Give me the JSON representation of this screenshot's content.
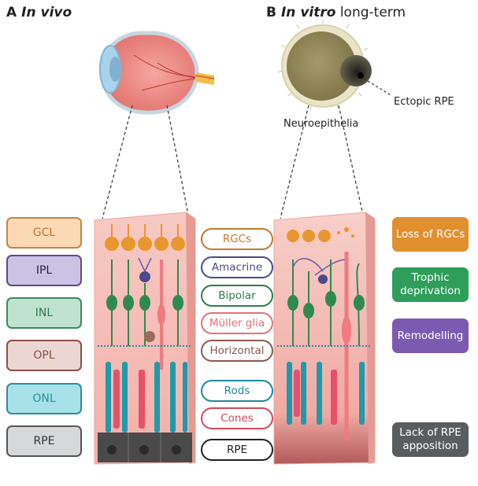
{
  "panels": {
    "a": {
      "letter": "A",
      "title_italic": "In vivo",
      "title_rest": ""
    },
    "b": {
      "letter": "B",
      "title_italic": "In vitro",
      "title_rest": " long-term"
    }
  },
  "annotations": {
    "ectopic_rpe": "Ectopic RPE",
    "neuroepithelia": "Neuroepithelia"
  },
  "layers": [
    {
      "label": "GCL",
      "fill": "#fbd9b5",
      "border": "#c9843e",
      "color": "#b8753a"
    },
    {
      "label": "IPL",
      "fill": "#cbc3e3",
      "border": "#5b4a8c",
      "color": "#2b2340"
    },
    {
      "label": "INL",
      "fill": "#bfe3cf",
      "border": "#3b8a5e",
      "color": "#2f7a50"
    },
    {
      "label": "OPL",
      "fill": "#ecd6d3",
      "border": "#8a5048",
      "color": "#8a5048"
    },
    {
      "label": "ONL",
      "fill": "#a8e1e7",
      "border": "#2a8f9b",
      "color": "#2a8f9b"
    },
    {
      "label": "RPE",
      "fill": "#d6d8d9",
      "border": "#555555",
      "color": "#333333"
    }
  ],
  "cell_types": [
    {
      "label": "RGCs",
      "color": "#c07a2e"
    },
    {
      "label": "Amacrine",
      "color": "#4a4a8c"
    },
    {
      "label": "Bipolar",
      "color": "#2f7a4e"
    },
    {
      "label": "Müller glia",
      "color": "#e6707a"
    },
    {
      "label": "Horizontal",
      "color": "#8a5a4e"
    },
    {
      "label": "Rods",
      "color": "#1f8a9a"
    },
    {
      "label": "Cones",
      "color": "#d04a5a"
    },
    {
      "label": "RPE",
      "color": "#222222"
    }
  ],
  "effects": [
    {
      "label": "Loss of RGCs",
      "fill": "#e0902e"
    },
    {
      "label": "Trophic deprivation",
      "fill": "#2e9e5a"
    },
    {
      "label": "Remodelling",
      "fill": "#7c5ab0"
    },
    {
      "label": "Lack of RPE apposition",
      "fill": "#5a5d60"
    }
  ]
}
